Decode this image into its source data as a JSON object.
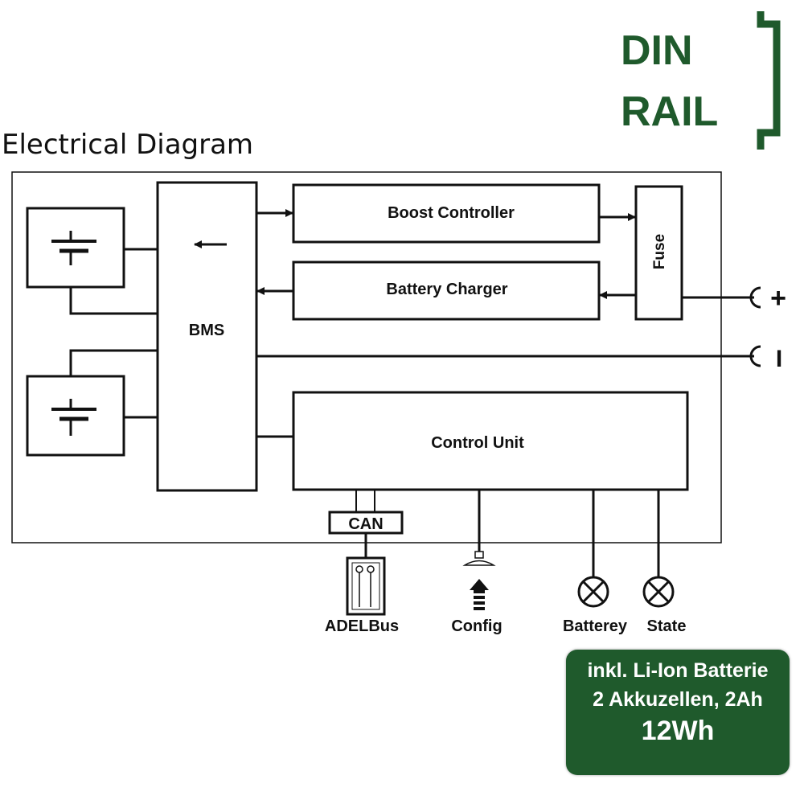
{
  "title": "Electrical Diagram",
  "logo": {
    "line1": "DIN",
    "line2": "RAIL"
  },
  "blocks": {
    "bms": "BMS",
    "boost": "Boost Controller",
    "charger": "Battery Charger",
    "fuse": "Fuse",
    "control": "Control Unit",
    "can": "CAN"
  },
  "terminals": {
    "plus": "+",
    "minus": "I"
  },
  "outputs": {
    "adelbus": "ADELBus",
    "config": "Config",
    "battery": "Batterey",
    "state": "State"
  },
  "badge": {
    "line1": "inkl. Li-Ion Batterie",
    "line2": "2 Akkuzellen, 2Ah",
    "line3": "12Wh"
  },
  "colors": {
    "brand_green": "#1f5a2c",
    "line": "#111111"
  }
}
